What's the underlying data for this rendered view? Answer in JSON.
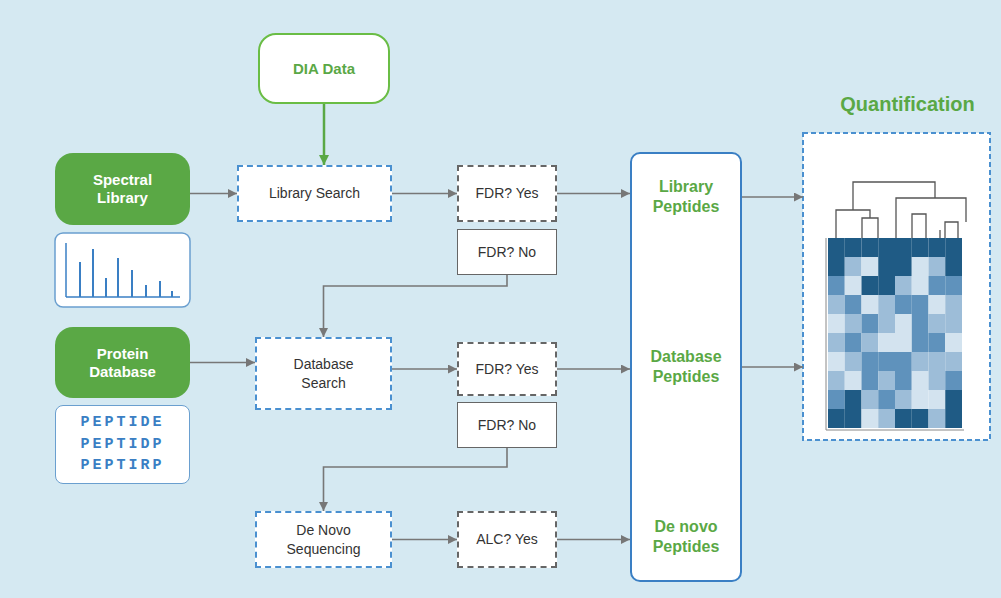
{
  "diagram": {
    "nodes": [
      {
        "text": [
          "DIA Data"
        ]
      },
      {
        "text": [
          "Spectral Library"
        ]
      },
      {
        "text": [
          "Library Search"
        ]
      },
      {
        "text": [
          "FDR? Yes"
        ]
      },
      {
        "text": [
          "FDR? No"
        ]
      },
      {
        "text": [
          "Protein Database"
        ]
      },
      {
        "text": [
          "PEPTIDE PEPTIDP PEPTIRP"
        ]
      },
      {
        "text": [
          "Database Search"
        ]
      },
      {
        "text": [
          "FDR? Yes"
        ]
      },
      {
        "text": [
          "FDR? No"
        ]
      },
      {
        "text": [
          "De Novo Sequencing"
        ]
      },
      {
        "text": [
          "ALC? Yes"
        ]
      },
      {
        "text": [
          "Library Peptides",
          "Database Peptides",
          "De novo Peptides"
        ]
      },
      {
        "text": [
          "Quantification"
        ]
      }
    ],
    "edges": [
      {
        "from": 0,
        "to": 2,
        "arrow": "to"
      },
      {
        "from": 1,
        "to": 2,
        "arrow": "to"
      },
      {
        "from": 2,
        "to": 3,
        "arrow": "to"
      },
      {
        "from": 3,
        "to": 12,
        "arrow": "to"
      },
      {
        "from": 4,
        "to": 7,
        "arrow": "to"
      },
      {
        "from": 5,
        "to": 7,
        "arrow": "to"
      },
      {
        "from": 7,
        "to": 8,
        "arrow": "to"
      },
      {
        "from": 8,
        "to": 12,
        "arrow": "to"
      },
      {
        "from": 9,
        "to": 10,
        "arrow": "to"
      },
      {
        "from": 10,
        "to": 11,
        "arrow": "to"
      },
      {
        "from": 11,
        "to": 12,
        "arrow": "to"
      },
      {
        "from": 12,
        "to": 13,
        "arrow": "to"
      },
      {
        "from": 12,
        "to": 13,
        "arrow": "to"
      }
    ]
  }
}
